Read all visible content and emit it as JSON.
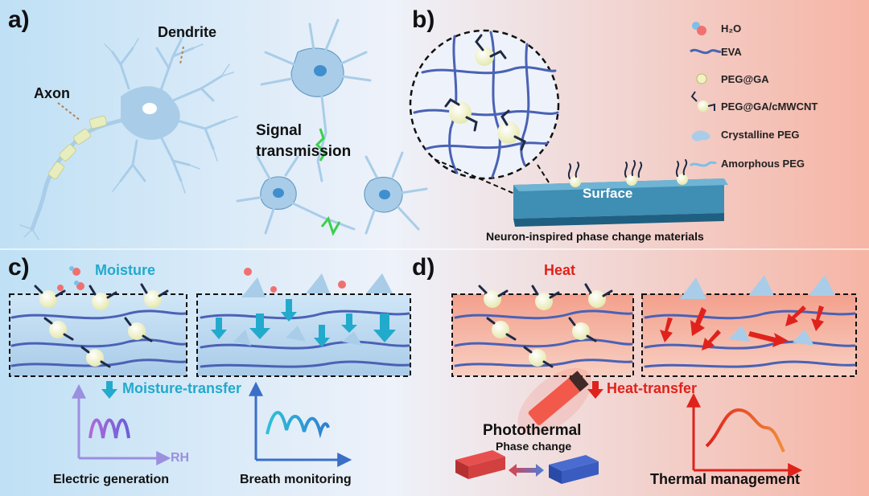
{
  "panels": {
    "a": {
      "letter": "a)",
      "dendrite_label": "Dendrite",
      "axon_label": "Axon",
      "signal_label_line1": "Signal",
      "signal_label_line2": "transmission"
    },
    "b": {
      "letter": "b)",
      "surface_label": "Surface",
      "caption": "Neuron-inspired phase change materials",
      "legend": [
        {
          "icon": "water-molecule-icon",
          "label": "H₂O"
        },
        {
          "icon": "eva-chain-icon",
          "label": "EVA"
        },
        {
          "icon": "peg-ga-sphere-icon",
          "label": "PEG@GA"
        },
        {
          "icon": "peg-ga-cmwcnt-icon",
          "label": "PEG@GA/cMWCNT"
        },
        {
          "icon": "crystalline-peg-icon",
          "label": "Crystalline PEG"
        },
        {
          "icon": "amorphous-peg-icon",
          "label": "Amorphous PEG"
        }
      ]
    },
    "c": {
      "letter": "c)",
      "moisture_label": "Moisture",
      "transfer_label": "Moisture-transfer",
      "axis_label_rh": "RH",
      "electric_label": "Electric generation",
      "breath_label": "Breath monitoring"
    },
    "d": {
      "letter": "d)",
      "heat_label": "Heat",
      "transfer_label": "Heat-transfer",
      "photothermal_label": "Photothermal",
      "phase_change_label": "Phase change",
      "thermal_label": "Thermal management"
    }
  },
  "colors": {
    "bg_left": "#bfe0f5",
    "bg_right": "#f6b5a5",
    "neuron": "#a9cde8",
    "nucleus": "#3f8fcf",
    "eva_chain": "#4a62b5",
    "sphere": "#f1f3c4",
    "cnt": "#1f2a44",
    "moisture_cyan": "#22aacc",
    "heat_red": "#e0221c",
    "signal_green": "#3bd04a"
  }
}
